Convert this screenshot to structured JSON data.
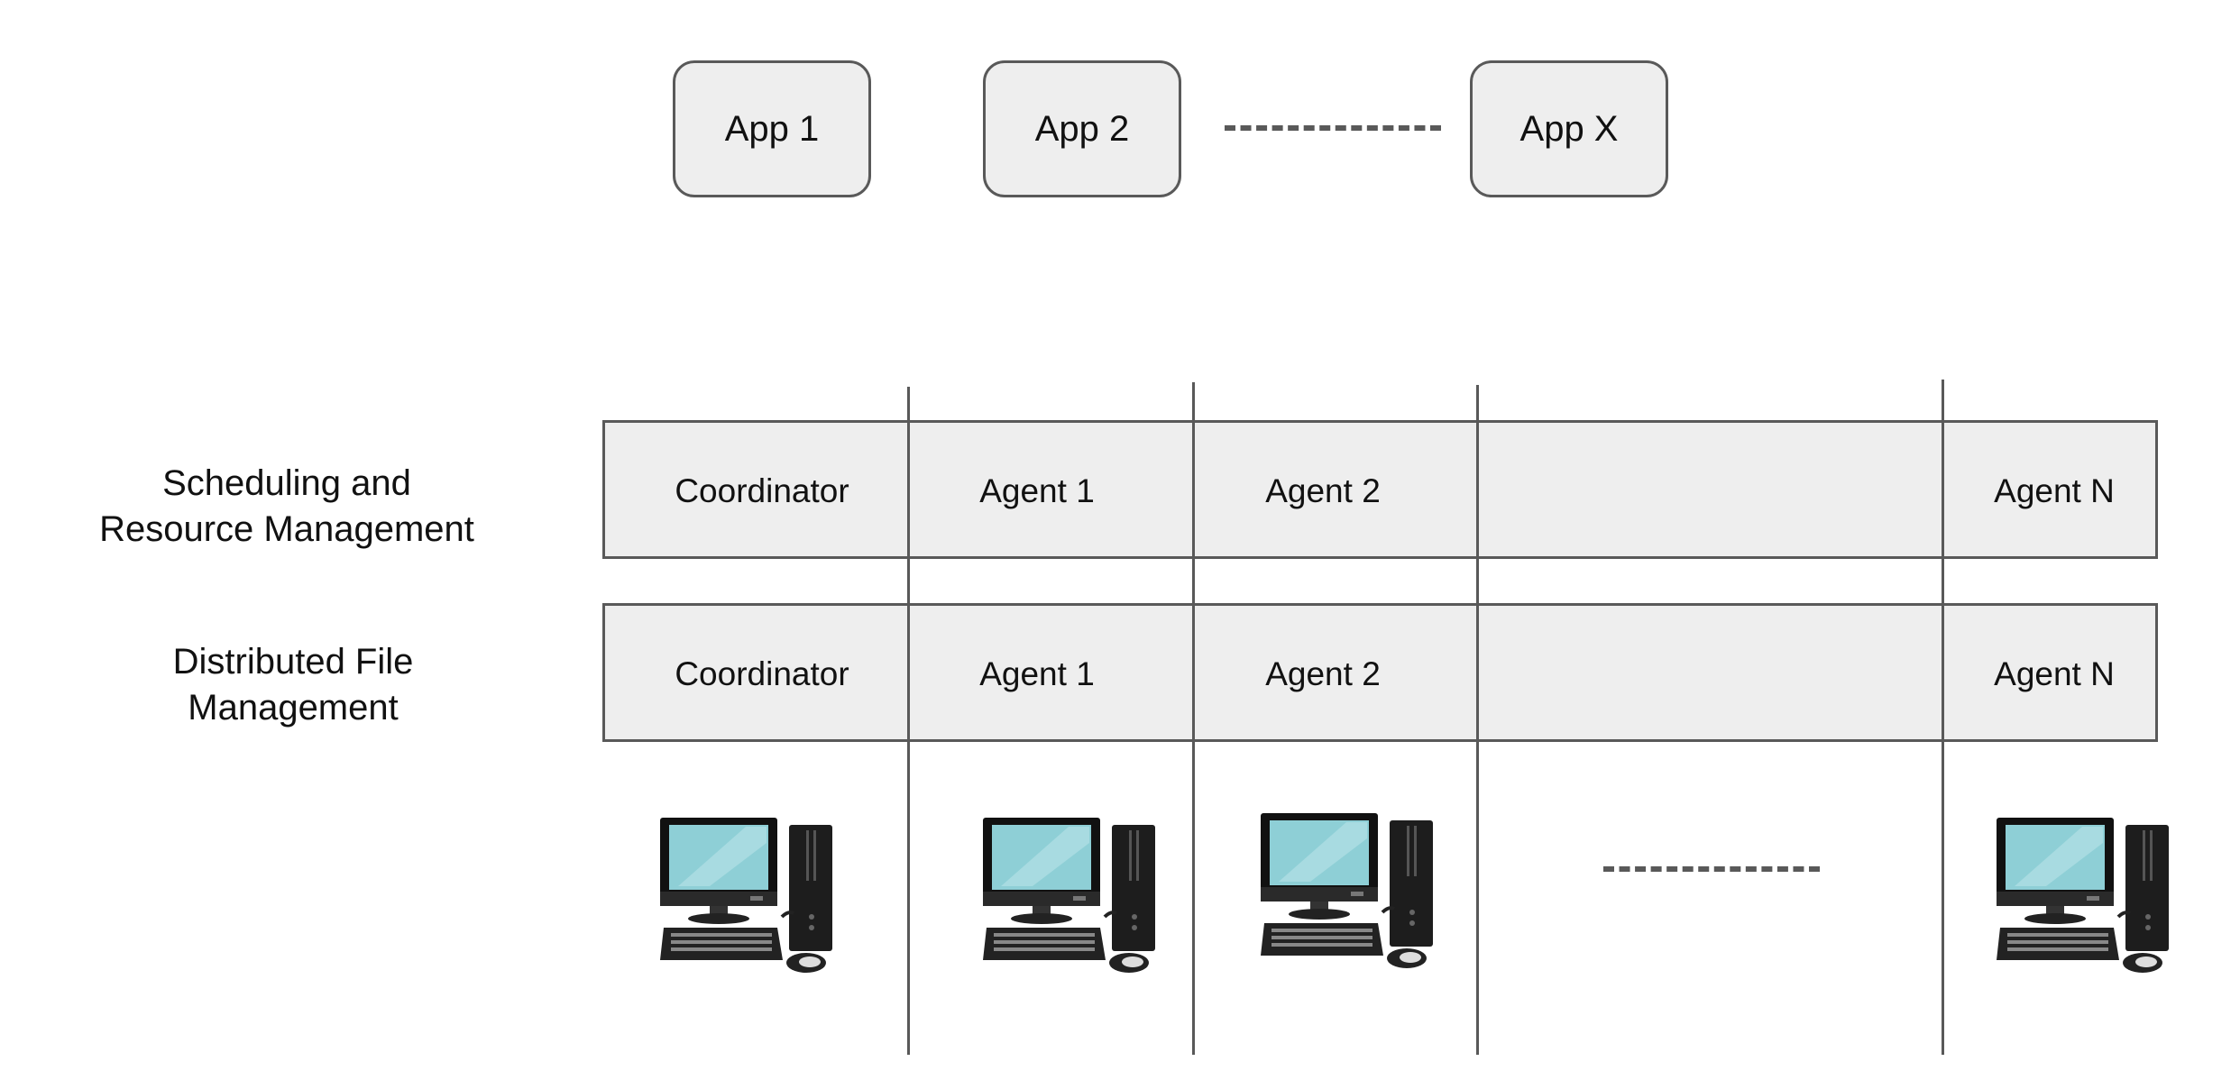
{
  "apps": [
    {
      "label": "App 1"
    },
    {
      "label": "App 2"
    },
    {
      "label": "App X"
    }
  ],
  "layers": [
    {
      "label_line1": "Scheduling and",
      "label_line2": "Resource Management",
      "cells": [
        "Coordinator",
        "Agent 1",
        "Agent 2",
        "",
        "Agent N"
      ]
    },
    {
      "label_line1": "Distributed File",
      "label_line2": "Management",
      "cells": [
        "Coordinator",
        "Agent 1",
        "Agent 2",
        "",
        "Agent N"
      ]
    }
  ],
  "machines": [
    {
      "icon": "desktop-computer-icon"
    },
    {
      "icon": "desktop-computer-icon"
    },
    {
      "icon": "desktop-computer-icon"
    },
    {
      "icon": "desktop-computer-icon"
    }
  ],
  "colors": {
    "box_fill": "#eeeeee",
    "stroke": "#595959",
    "screen": "#8ecfd6"
  }
}
